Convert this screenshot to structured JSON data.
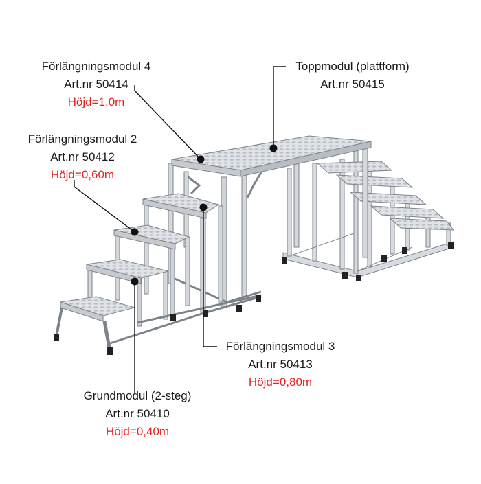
{
  "colors": {
    "text": "#1a1a1a",
    "height_text": "#e3231f",
    "metal": "#d7dade",
    "metal_dark": "#9ea3a9",
    "metal_line": "#7d838a",
    "foot": "#222222",
    "leader": "#111111"
  },
  "callouts": {
    "module4": {
      "name": "Förlängningsmodul 4",
      "art": "Art.nr 50414",
      "height": "Höjd=1,0m"
    },
    "top": {
      "name": "Toppmodul (plattform)",
      "art": "Art.nr 50415"
    },
    "module2": {
      "name": "Förlängningsmodul 2",
      "art": "Art.nr 50412",
      "height": "Höjd=0,60m"
    },
    "module3": {
      "name": "Förlängningsmodul 3",
      "art": "Art.nr 50413",
      "height": "Höjd=0,80m"
    },
    "base": {
      "name": "Grundmodul (2-steg)",
      "art": "Art.nr 50410",
      "height": "Höjd=0,40m"
    }
  }
}
